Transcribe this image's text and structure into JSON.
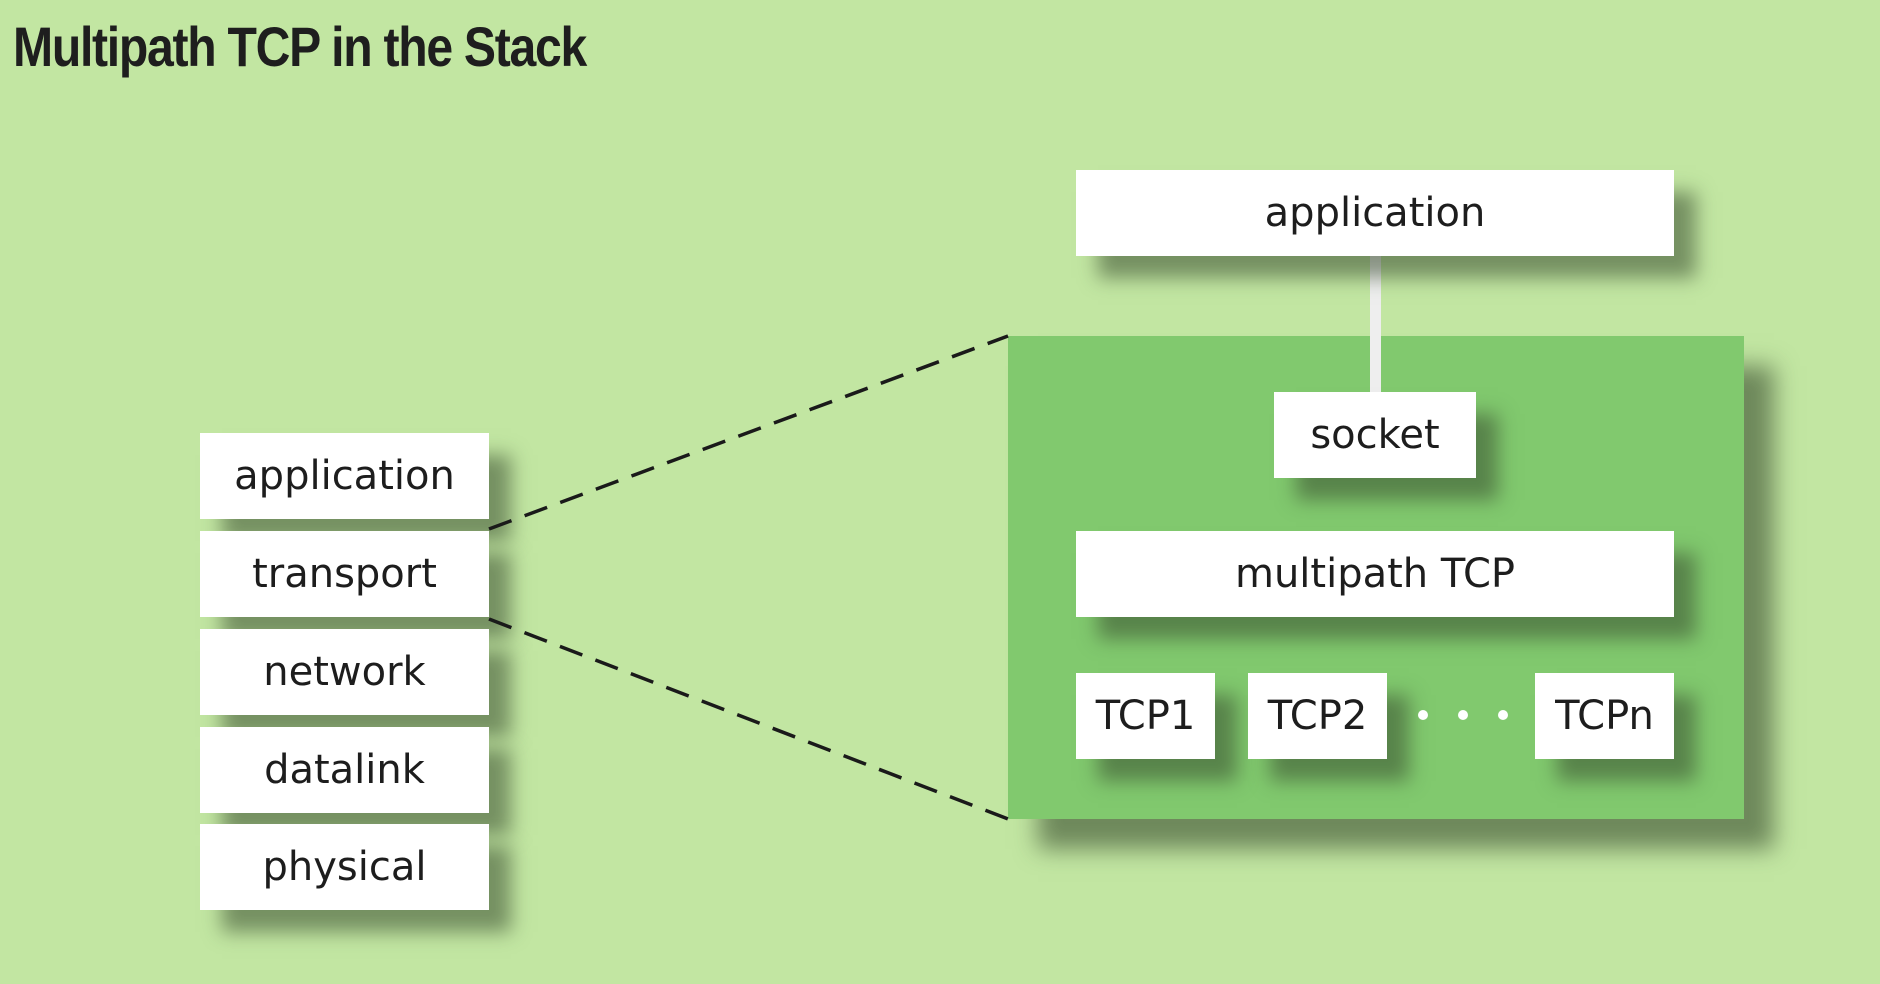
{
  "title": "Multipath TCP in the Stack",
  "colors": {
    "background": "#c2e6a2",
    "panel": "#81c96e",
    "box": "#ffffff",
    "text": "#1d1d1d"
  },
  "stack": {
    "layers": [
      "application",
      "transport",
      "network",
      "datalink",
      "physical"
    ]
  },
  "detail": {
    "application": "application",
    "socket": "socket",
    "multipath": "multipath TCP",
    "subflows": [
      "TCP1",
      "TCP2",
      "TCPn"
    ]
  }
}
